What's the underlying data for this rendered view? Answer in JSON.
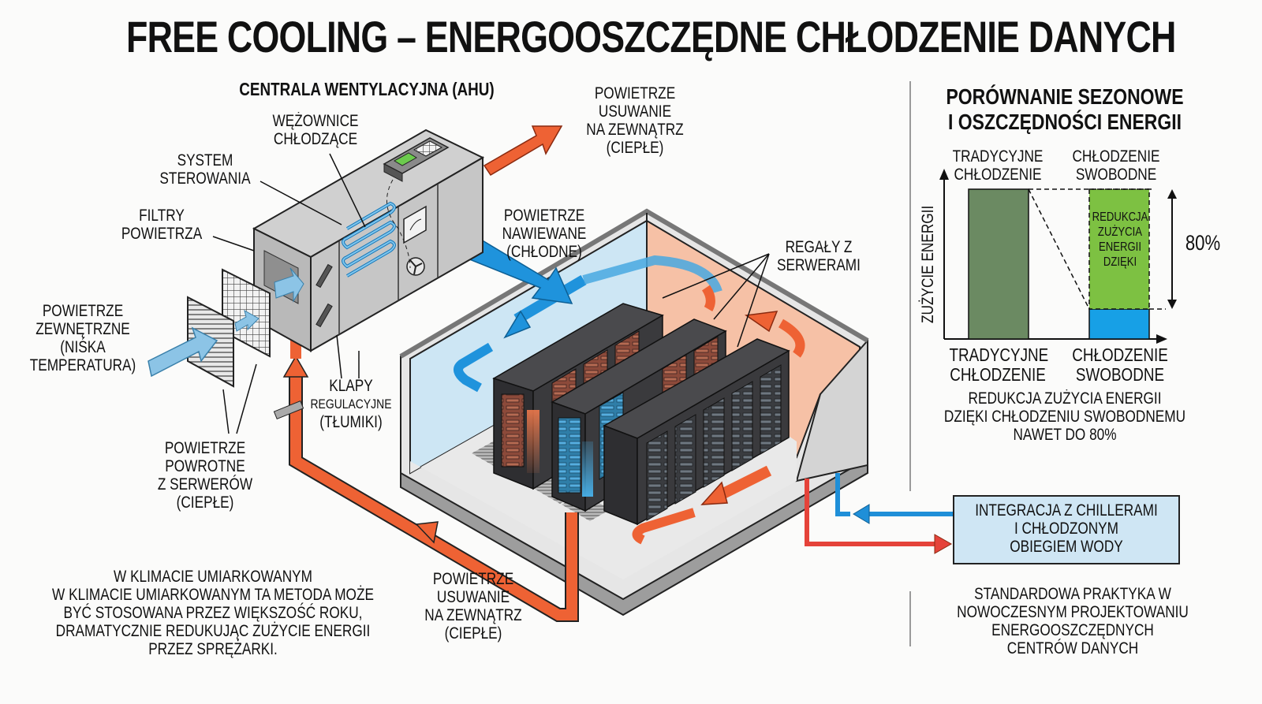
{
  "title": "FREE COOLING – ENERGOOSZCZĘDNE CHŁODZENIE DANYCH",
  "diagram": {
    "ahu_title": "CENTRALA WENTYLACYJNA (AHU)",
    "labels": {
      "coils": [
        "WĘŻOWNICE",
        "CHŁODZĄCE"
      ],
      "control_system": [
        "SYSTEM",
        "STEROWANIA"
      ],
      "air_filters": [
        "FILTRY",
        "POWIETRZA"
      ],
      "outside_air": [
        "POWIETRZE",
        "ZEWNĘTRZNE",
        "(NIŚKA",
        "TEMPERATURA)"
      ],
      "return_air": [
        "POWIETRZE",
        "POWROTNE",
        "Z SERWERÓW",
        "(CIEPŁE)"
      ],
      "dampers": [
        "KLAPY",
        "REGULACYJNE",
        "(TŁUMIKI)"
      ],
      "exhaust_top": [
        "POWIETRZE",
        "USUWANIE",
        "NA ZEWNĄTRZ",
        "(CIEPŁE)"
      ],
      "supply_air": [
        "POWIETRZE",
        "NAWIEWANE",
        "(CHŁODNE)"
      ],
      "server_racks": [
        "REGAŁY Z",
        "SERWERAMI"
      ],
      "exhaust_bottom": [
        "POWIETRZE",
        "USUWANIE",
        "NA ZEWNĄTRZ",
        "(CIEPŁE)"
      ]
    },
    "climate_note": [
      "W KLIMACIE UMIARKOWANYM",
      "W KLIMACIE UMIARKOWANYM TA METODA MOŻE",
      "BYĆ STOSOWANA PRZEZ WIĘKSZOŚĆ ROKU,",
      "DRAMATYCZNIE REDUKUJĄC ZUŻYCIE ENERGII",
      "PRZEZ SPRĘŻARKI."
    ],
    "chiller_box": [
      "INTEGRACJA Z CHILLERAMI",
      "I CHŁODZONYM",
      "OBIEGIEM WODY"
    ],
    "standard_practice": [
      "STANDARDOWA PRAKTYKA W",
      "NOWOCZESNYM PROJEKTOWANIU",
      "ENERGOOSZCZĘDNYCH",
      "CENTRÓW DANYCH"
    ],
    "colors": {
      "cold_air": "#8cc4e6",
      "supply_blue": "#1f93dc",
      "hot_air": "#ee6234",
      "warm_wall": "#f6c1a6",
      "cold_wall": "#cde6f4",
      "rack": "#3d3d40",
      "ahu_grey": "#bdbdbd",
      "chiller_red": "#e5433a",
      "chiller_blue": "#1f8fd8"
    }
  },
  "comparison": {
    "title": [
      "PORÓWNANIE SEZONOWE",
      "I OSZCZĘDNOŚCI ENERGII"
    ],
    "summary": [
      "REDUKCJA ZUŻYCIA ENERGII",
      "DZIĘKI CHŁODZENIU SWOBODNEMU",
      "NAWET DO 80%"
    ]
  },
  "chart_data": {
    "type": "bar",
    "title": "PORÓWNANIE SEZONOWE I OSZCZĘDNOŚCI ENERGII",
    "categories": [
      "TRADYCYJNE CHŁODZENIE",
      "CHŁODZENIE SWOBODNE"
    ],
    "top_labels": [
      [
        "TRADYCYJNE",
        "CHŁODZENIE"
      ],
      [
        "CHŁODZENIE",
        "SWOBODNE"
      ]
    ],
    "bottom_labels": [
      [
        "TRADYCYJNE",
        "CHŁODZENIE"
      ],
      [
        "CHŁODZENIE",
        "SWOBODNE"
      ]
    ],
    "ylabel": "ZUŻYCIE ENERGII",
    "xlabel": "",
    "ylim": [
      0,
      100
    ],
    "series": [
      {
        "name": "Zużycie energii",
        "values": [
          100,
          20
        ],
        "colors": [
          "#6b8a62",
          "#17a0e6"
        ]
      },
      {
        "name": "Redukcja",
        "values": [
          0,
          80
        ],
        "colors": [
          "#6b8a62",
          "#7dc142"
        ]
      }
    ],
    "reduction_label": [
      "REDUKCJA",
      "ZUŻYCIA",
      "ENERGII",
      "DZIĘKI"
    ],
    "reduction_percent_label": "80%",
    "grid": false,
    "legend": "none"
  }
}
